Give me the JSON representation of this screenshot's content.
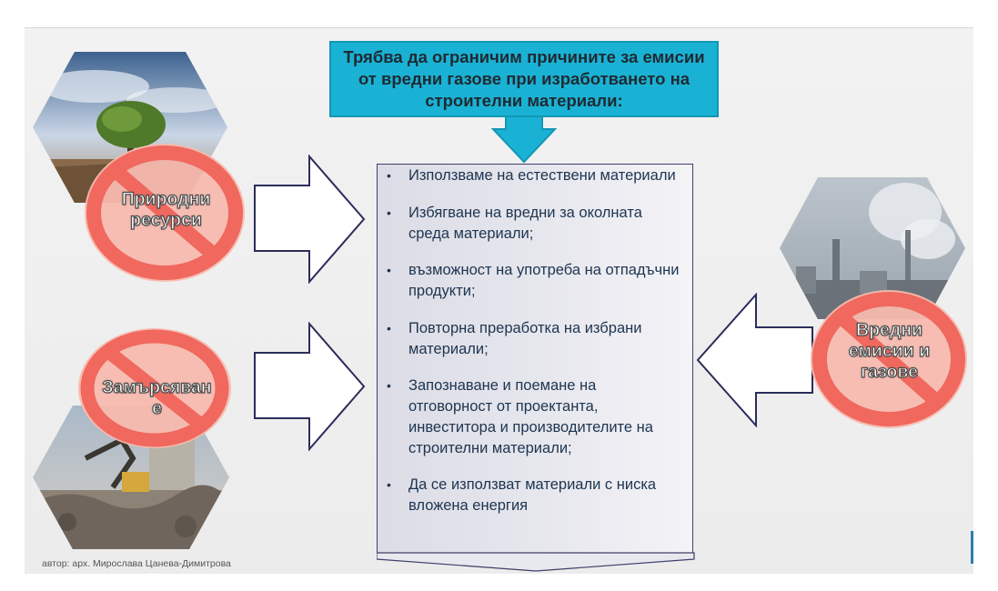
{
  "callout": {
    "text": "Трябва да ограничим причините за емисии от вредни газове при изработването на строителни материали:"
  },
  "list": {
    "items": [
      "Използваме на естествени материали",
      "Избягване на вредни за околната среда материали;",
      "възможност на употреба на отпадъчни продукти;",
      "Повторна преработка на избрани материали;",
      "Запознаване и поемане на отговорност от проектанта, инвеститора и производителите на строителни материали;",
      "Да се използват материали с ниска вложена енергия"
    ]
  },
  "banners": {
    "natural_resources": "Природни ресурси",
    "pollution": "Замърсяване",
    "emissions": "Вредни емисии и газове"
  },
  "author": "автор: арх. Мирослава Цанева-Димитрова",
  "colors": {
    "callout": "#1ab2d4",
    "ban_ring": "#f0685e",
    "ban_fill": "#f7b9ae",
    "arrow_stroke": "#2b2d5a",
    "list_text": "#1d3550"
  }
}
